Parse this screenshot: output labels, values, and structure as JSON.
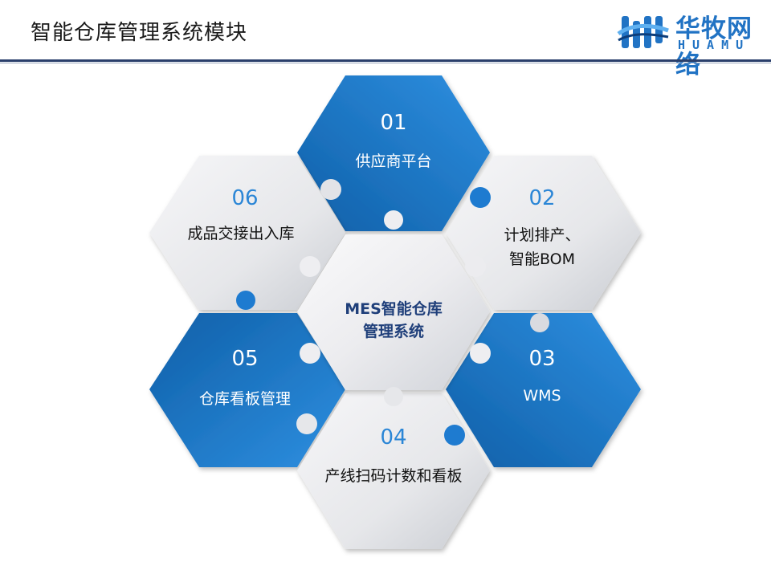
{
  "header": {
    "title": "智能仓库管理系统模块",
    "logo_cn": "华牧网络",
    "logo_en": "HUAMU"
  },
  "diagram": {
    "center": {
      "line1": "MES智能仓库",
      "line2": "管理系统"
    },
    "modules": [
      {
        "num": "01",
        "label": "供应商平台"
      },
      {
        "num": "02",
        "label1": "计划排产、",
        "label2": "智能BOM"
      },
      {
        "num": "03",
        "label": "WMS"
      },
      {
        "num": "04",
        "label": "产线扫码计数和看板"
      },
      {
        "num": "05",
        "label": "仓库看板管理"
      },
      {
        "num": "06",
        "label": "成品交接出入库"
      }
    ]
  },
  "colors": {
    "blue_dark": "#0f5fa8",
    "blue_light": "#2e8fe0",
    "gray_light": "#f4f4f6",
    "gray_dark": "#c9ccd2",
    "accent_num_blue": "#2b86d6"
  }
}
